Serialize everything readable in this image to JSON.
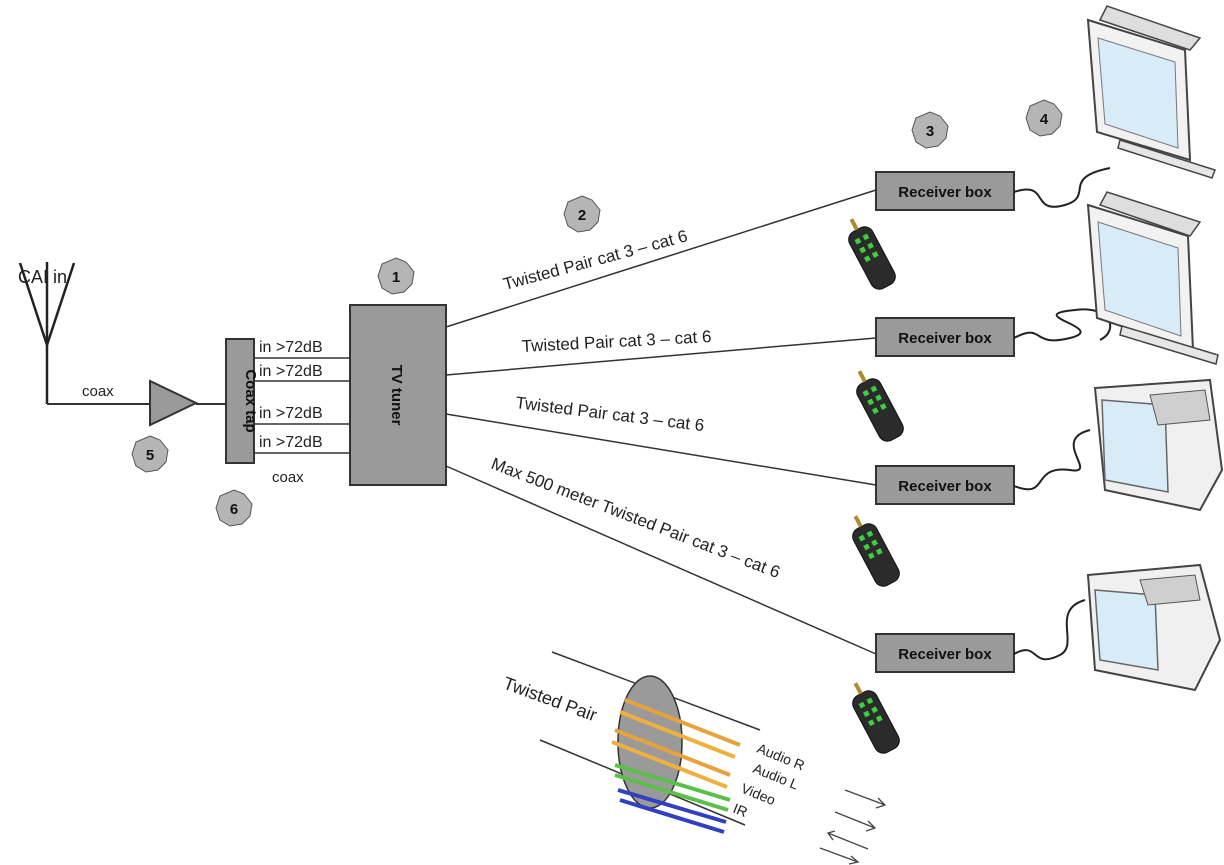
{
  "antenna": {
    "label": "CAI in"
  },
  "coax_labels": {
    "antenna_line": "coax",
    "tap_bottom": "coax"
  },
  "coax_tap": {
    "label": "Coax tap"
  },
  "tap_outputs": [
    "in >72dB",
    "in >72dB",
    "in >72dB",
    "in >72dB"
  ],
  "tuner": {
    "label": "TV tuner"
  },
  "cable_labels": [
    "Twisted Pair cat 3 – cat 6",
    "Twisted Pair cat 3 – cat 6",
    "Twisted Pair cat 3 – cat 6",
    "Max 500 meter Twisted Pair cat 3 – cat 6"
  ],
  "receiver_boxes": [
    "Receiver box",
    "Receiver box",
    "Receiver box",
    "Receiver box"
  ],
  "badges": [
    "1",
    "2",
    "3",
    "4",
    "5",
    "6"
  ],
  "twisted_pair_detail": {
    "title": "Twisted Pair",
    "wires": [
      "Audio R",
      "Audio L",
      "Video",
      "IR"
    ],
    "colors": {
      "audio_r": "#e8a23a",
      "audio_l": "#f0b040",
      "video": "#5bc04a",
      "ir": "#3040c0"
    }
  },
  "colors": {
    "box_fill": "#9a9a9a",
    "badge_fill": "#b5b5b5",
    "screen_fill": "#d8ecf8"
  }
}
